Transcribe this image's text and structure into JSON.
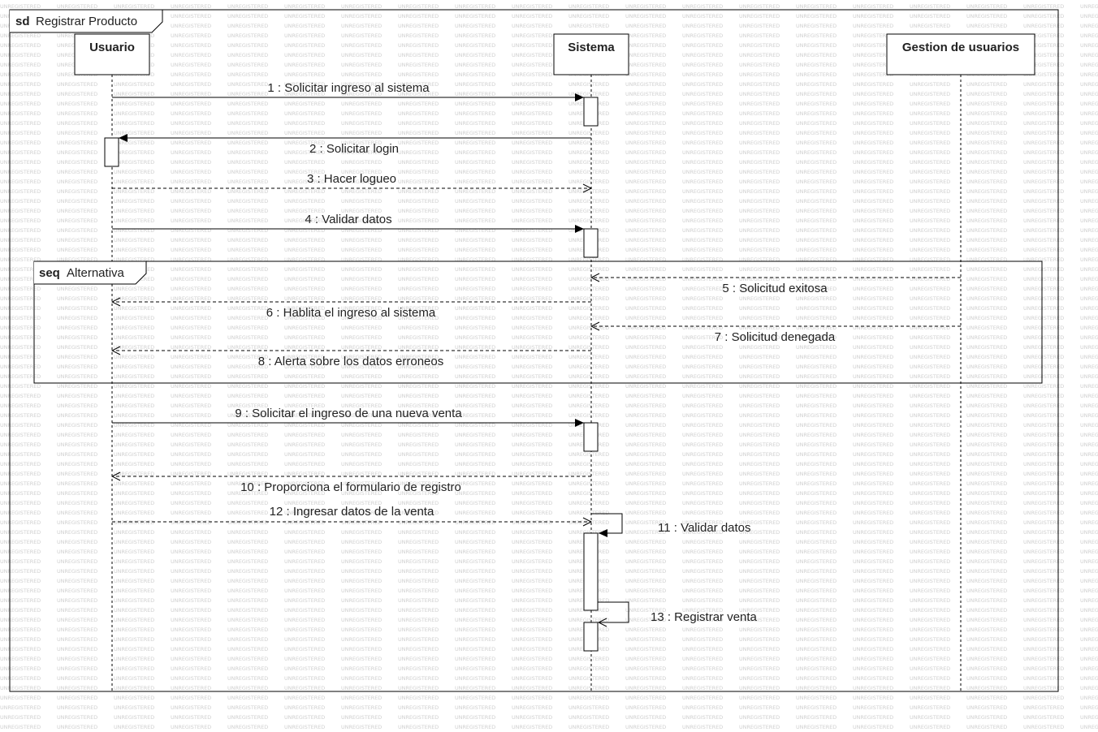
{
  "watermark": "UNREGISTERED",
  "frame": {
    "keyword": "sd",
    "title": "Registrar Producto"
  },
  "lifelines": [
    {
      "id": "usuario",
      "name": "Usuario"
    },
    {
      "id": "sistema",
      "name": "Sistema"
    },
    {
      "id": "gestion",
      "name": "Gestion de usuarios"
    }
  ],
  "fragment": {
    "keyword": "seq",
    "title": "Alternativa"
  },
  "messages": [
    {
      "id": "m1",
      "label": "1 : Solicitar ingreso al sistema",
      "from": "usuario",
      "to": "sistema",
      "kind": "sync"
    },
    {
      "id": "m2",
      "label": "2 : Solicitar login",
      "from": "sistema",
      "to": "usuario",
      "kind": "sync"
    },
    {
      "id": "m3",
      "label": "3 : Hacer logueo",
      "from": "usuario",
      "to": "sistema",
      "kind": "return"
    },
    {
      "id": "m4",
      "label": "4 : Validar datos",
      "from": "usuario",
      "to": "sistema",
      "kind": "sync"
    },
    {
      "id": "m5",
      "label": "5 : Solicitud exitosa",
      "from": "gestion",
      "to": "sistema",
      "kind": "return"
    },
    {
      "id": "m6",
      "label": "6 : Hablita el ingreso al sistema",
      "from": "sistema",
      "to": "usuario",
      "kind": "return"
    },
    {
      "id": "m7",
      "label": "7 : Solicitud denegada",
      "from": "gestion",
      "to": "sistema",
      "kind": "return"
    },
    {
      "id": "m8",
      "label": "8 : Alerta sobre los datos erroneos",
      "from": "sistema",
      "to": "usuario",
      "kind": "return"
    },
    {
      "id": "m9",
      "label": "9 : Solicitar el ingreso de una nueva venta",
      "from": "usuario",
      "to": "sistema",
      "kind": "sync"
    },
    {
      "id": "m10",
      "label": "10 : Proporciona el formulario de registro",
      "from": "sistema",
      "to": "usuario",
      "kind": "return"
    },
    {
      "id": "m12",
      "label": "12 : Ingresar datos de la venta",
      "from": "usuario",
      "to": "sistema",
      "kind": "return"
    },
    {
      "id": "m11",
      "label": "11 : Validar datos",
      "from": "sistema",
      "to": "sistema",
      "kind": "self-sync"
    },
    {
      "id": "m13",
      "label": "13 : Registrar venta",
      "from": "sistema",
      "to": "sistema",
      "kind": "self-return"
    }
  ],
  "colors": {
    "line": "#000000",
    "text": "#222222",
    "watermark": "#cfcfcf",
    "background": "#ffffff"
  }
}
